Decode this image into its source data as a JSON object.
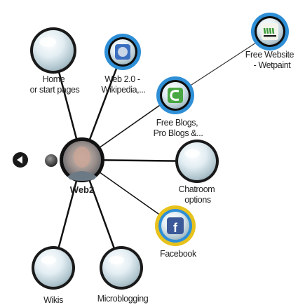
{
  "center": {
    "label": "Web2",
    "icon": "person-photo-icon"
  },
  "nav": {
    "back_icon": "back-arrow-icon",
    "dot_icon": "nav-dot-icon"
  },
  "nodes": [
    {
      "id": "home",
      "lines": [
        "Home",
        "or start pages"
      ],
      "icon": "blank-bubble-icon",
      "ring": ""
    },
    {
      "id": "web20",
      "lines": [
        "Web 2.0 -",
        "Wikipedia,..."
      ],
      "icon": "wikipedia-icon",
      "ring": "#2f8fd6"
    },
    {
      "id": "blogs",
      "lines": [
        "Free Blogs,",
        "Pro Blogs &..."
      ],
      "icon": "blog-icon",
      "ring": "#2f8fd6"
    },
    {
      "id": "chatroom",
      "lines": [
        "Chatroom",
        "options"
      ],
      "icon": "blank-bubble-icon",
      "ring": ""
    },
    {
      "id": "facebook",
      "lines": [
        "Facebook"
      ],
      "icon": "facebook-icon",
      "ring": "#e8c21c"
    },
    {
      "id": "microblogging",
      "lines": [
        "Microblogging"
      ],
      "icon": "blank-bubble-icon",
      "ring": ""
    },
    {
      "id": "wikis",
      "lines": [
        "Wikis"
      ],
      "icon": "blank-bubble-icon",
      "ring": ""
    },
    {
      "id": "wetpaint",
      "lines": [
        "Free Website",
        "- Wetpaint"
      ],
      "icon": "wetpaint-icon",
      "ring": "#2f8fd6"
    }
  ],
  "colors": {
    "edge": "#111111",
    "edge_secondary": "#333333",
    "ring_blue": "#2f8fd6",
    "ring_gold": "#e8c21c",
    "facebook_blue": "#3b5998"
  }
}
